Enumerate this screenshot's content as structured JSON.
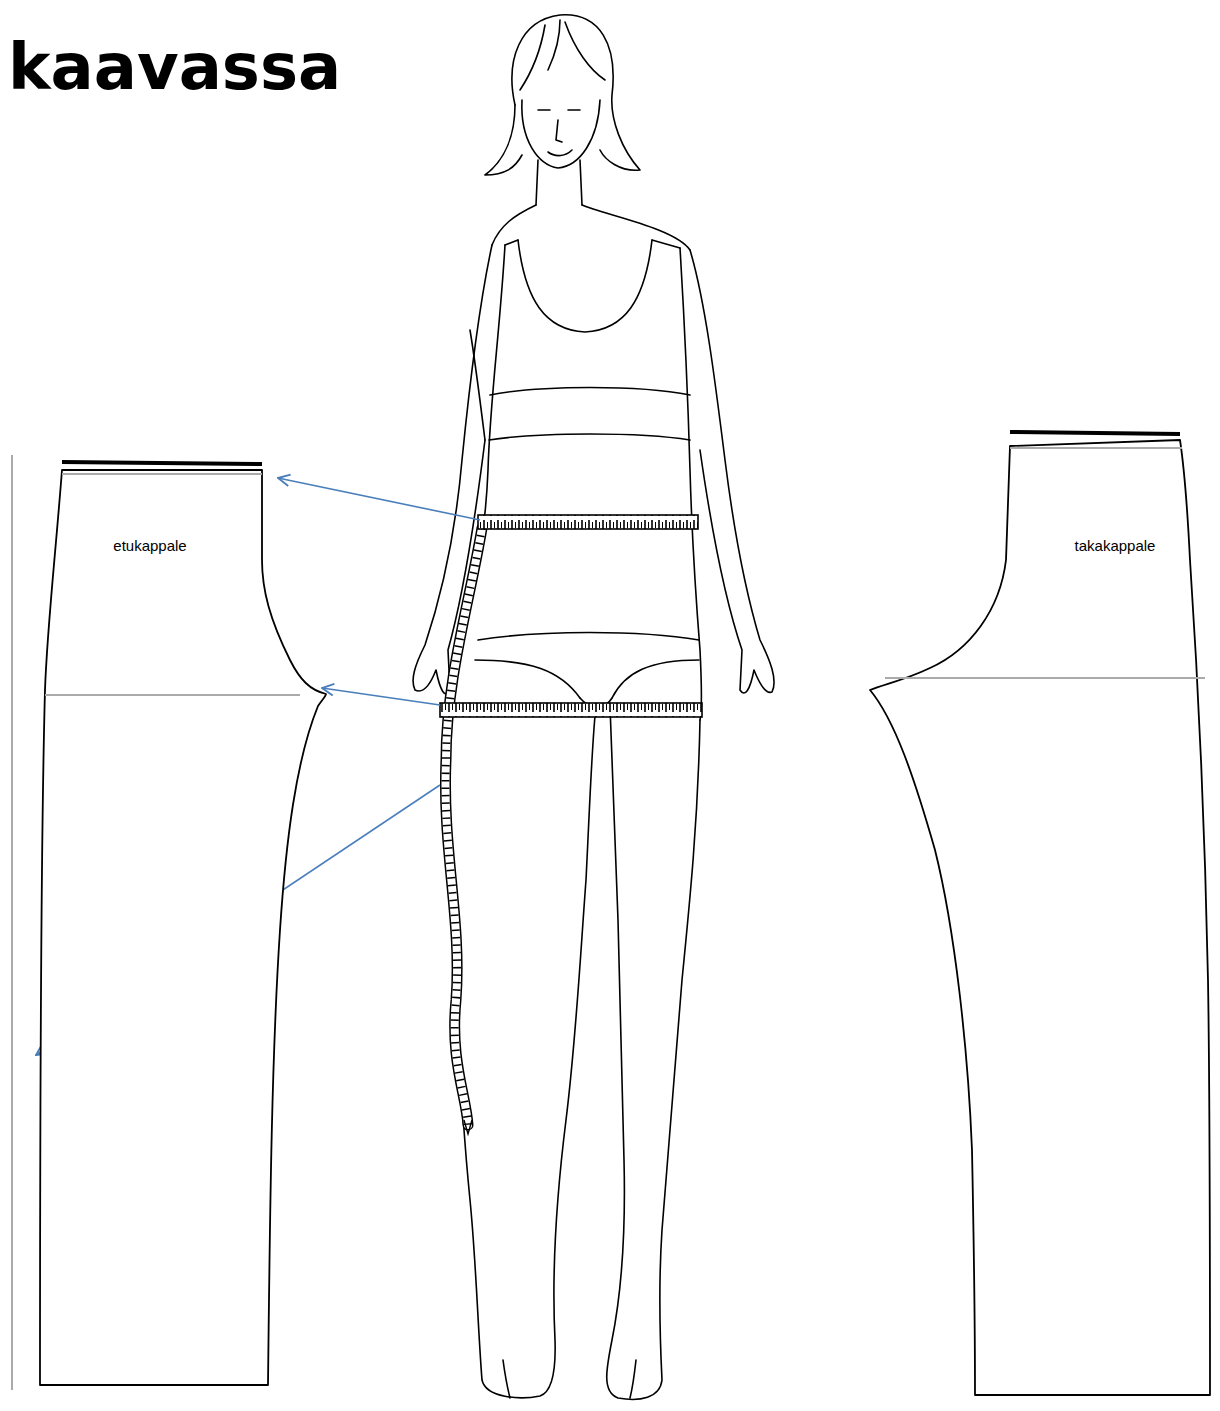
{
  "diagram": {
    "title": "kaavassa",
    "nodes": [
      {
        "text": [
          "etukappale"
        ]
      },
      {
        "text": [
          "takakappale"
        ]
      }
    ]
  }
}
